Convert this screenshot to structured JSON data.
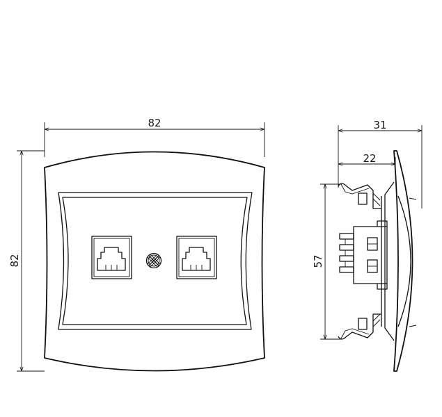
{
  "dimensions": {
    "front_width": "82",
    "front_height": "82",
    "side_depth_total": "31",
    "side_depth_inner": "22",
    "side_height": "57"
  },
  "colors": {
    "line": "#111111",
    "background": "#ffffff"
  }
}
